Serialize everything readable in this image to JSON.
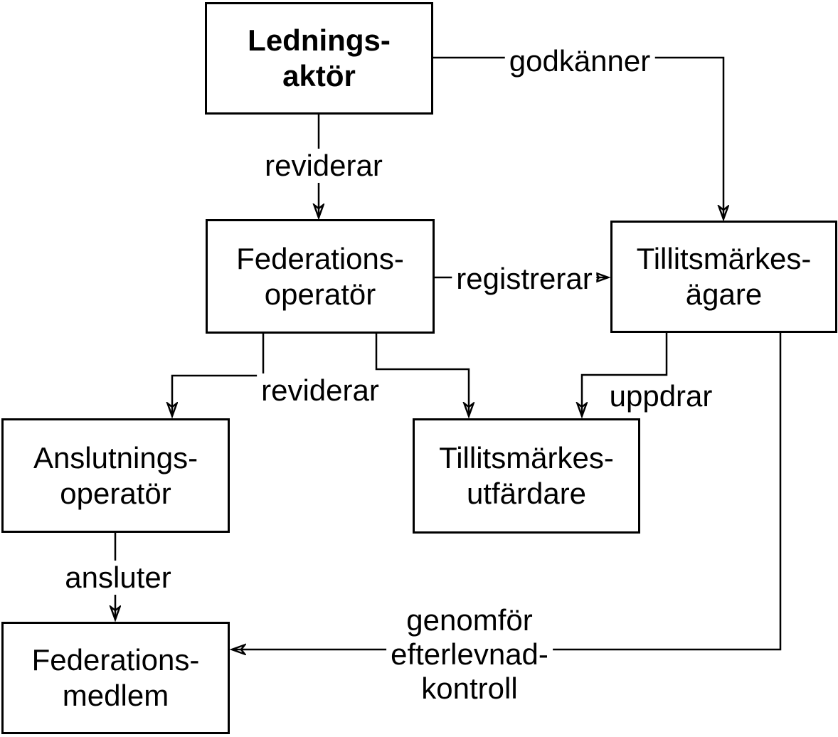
{
  "diagram": {
    "colors": {
      "line": "#000000",
      "box_border": "#000000",
      "background": "#ffffff",
      "text": "#000000"
    },
    "nodes": {
      "ledningsaktor": {
        "label": "Lednings-\naktör"
      },
      "federationsoperator": {
        "label": "Federations-\noperatör"
      },
      "tillitsmarkesagare": {
        "label": "Tillitsmärkes-\nägare"
      },
      "anslutningsoperator": {
        "label": "Anslutnings-\noperatör"
      },
      "tillitsmarkesutfardare": {
        "label": "Tillitsmärkes-\nutfärdare"
      },
      "federationsmedlem": {
        "label": "Federations-\nmedlem"
      }
    },
    "edges": {
      "godkanner": {
        "label": "godkänner"
      },
      "reviderar_top": {
        "label": "reviderar"
      },
      "registrerar": {
        "label": "registrerar"
      },
      "reviderar_mid": {
        "label": "reviderar"
      },
      "uppdrar": {
        "label": "uppdrar"
      },
      "ansluter": {
        "label": "ansluter"
      },
      "efterlevnadskontroll": {
        "label": "genomför\nefterlevnad-\nkontroll"
      }
    }
  }
}
